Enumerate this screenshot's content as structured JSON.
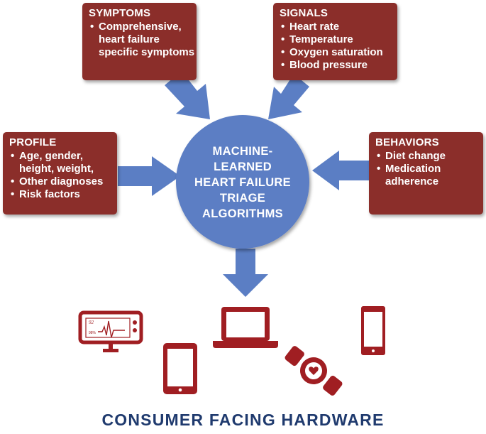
{
  "center": {
    "lines": [
      "MACHINE-",
      "LEARNED",
      "HEART FAILURE",
      "TRIAGE",
      "ALGORITHMS"
    ]
  },
  "boxes": {
    "symptoms": {
      "title": "SYMPTOMS",
      "items": [
        "Comprehensive, heart failure specific symptoms"
      ]
    },
    "signals": {
      "title": "SIGNALS",
      "items": [
        "Heart rate",
        "Temperature",
        "Oxygen saturation",
        "Blood pressure"
      ]
    },
    "profile": {
      "title": "PROFILE",
      "items": [
        "Age, gender, height, weight,",
        "Other diagnoses",
        "Risk factors"
      ]
    },
    "behaviors": {
      "title": "BEHAVIORS",
      "items": [
        "Diet change",
        "Medication adherence"
      ]
    }
  },
  "monitor": {
    "readout_label": "92",
    "readout_small": "98%"
  },
  "footer": "CONSUMER FACING HARDWARE",
  "colors": {
    "box": "#8b2e2a",
    "circle": "#5b7ec4",
    "arrow": "#5b7ec4",
    "device": "#a01e22",
    "footer": "#1f3a6e"
  }
}
